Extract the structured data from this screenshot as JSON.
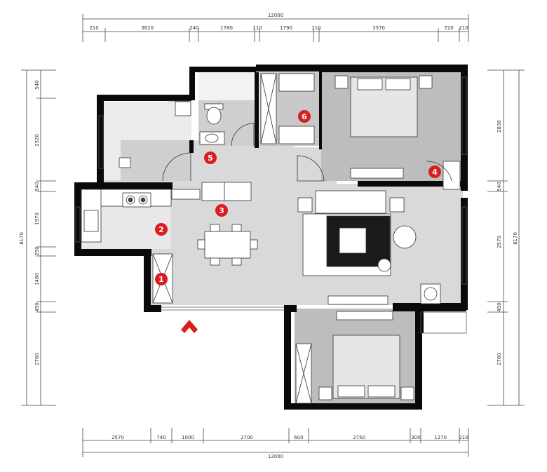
{
  "dimensions": {
    "top_total": "12000",
    "top_segments": [
      "210",
      "3620",
      "240",
      "1780",
      "110",
      "1790",
      "110",
      "3370",
      "720",
      "210"
    ],
    "bottom_total": "12000",
    "bottom_segments": [
      "2570",
      "740",
      "1000",
      "2700",
      "600",
      "2750",
      "300",
      "1270",
      "210"
    ],
    "left_total": "8170",
    "left_segments": [
      "540",
      "2320",
      "540",
      "1970",
      "250",
      "1480",
      "450",
      "2760"
    ],
    "right_total": "8170",
    "right_segments": [
      "2830",
      "540",
      "2570",
      "450",
      "2760"
    ]
  },
  "markers": [
    {
      "id": "1",
      "label": "1"
    },
    {
      "id": "2",
      "label": "2"
    },
    {
      "id": "3",
      "label": "3"
    },
    {
      "id": "4",
      "label": "4"
    },
    {
      "id": "5",
      "label": "5"
    },
    {
      "id": "6",
      "label": "6"
    }
  ],
  "colors": {
    "wall": "#0a0a0a",
    "floor": "#d9d9d9",
    "room": "#bfbfbf",
    "marker": "#d81e1e",
    "line": "#444444"
  },
  "icons": {
    "entrance": "entrance-arrow-icon"
  }
}
